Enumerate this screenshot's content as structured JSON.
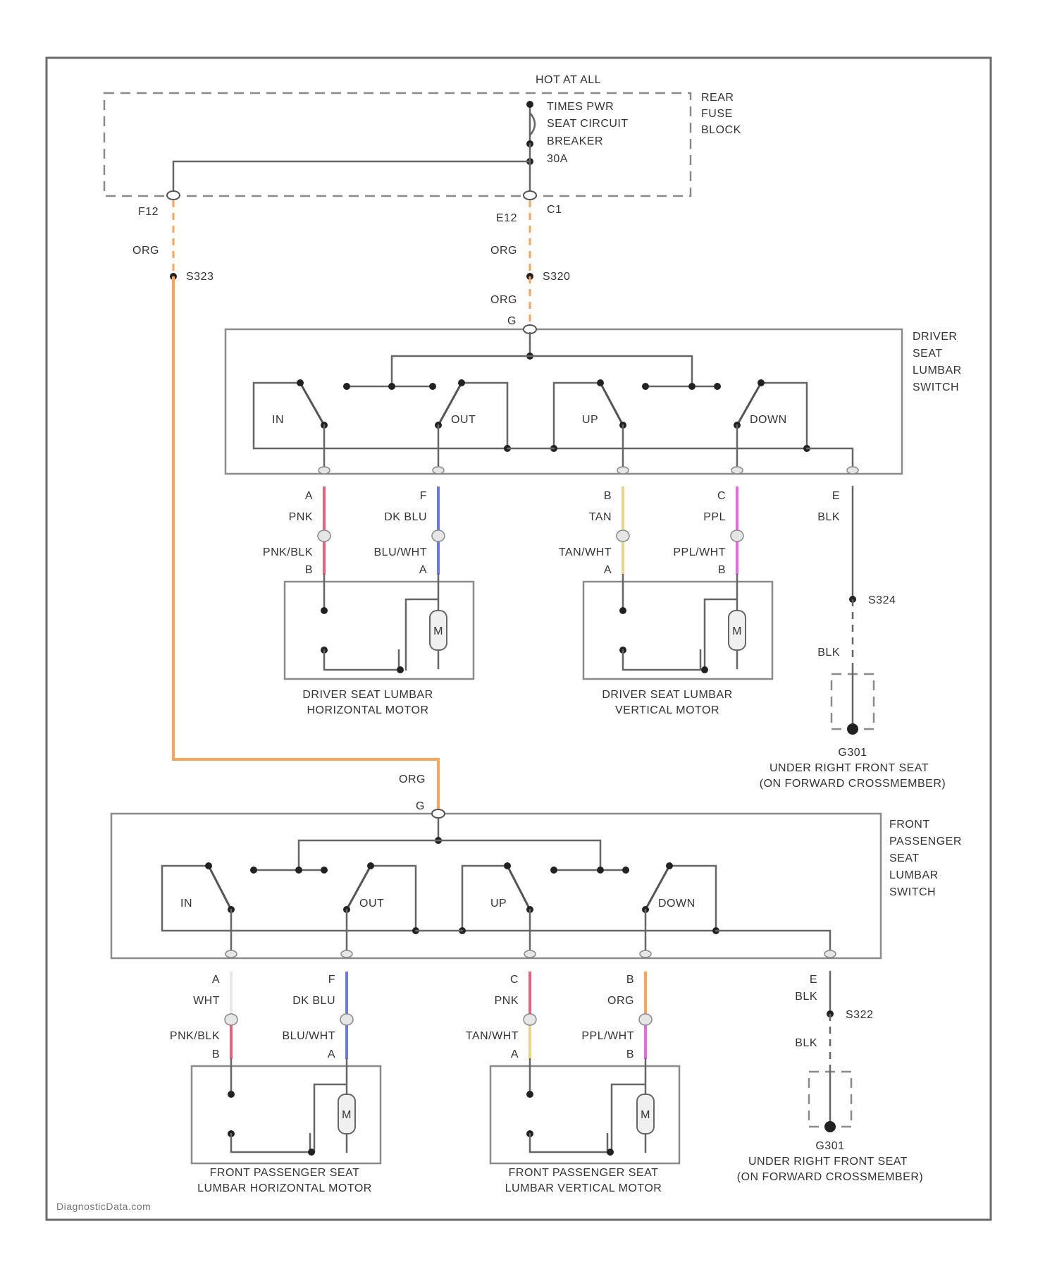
{
  "colors": {
    "org": "#f5a65b",
    "pnk": "#e8627c",
    "dk_blu": "#6b78e6",
    "tan": "#e8d48a",
    "ppl": "#e86ae0",
    "blk": "#555555",
    "wht": "#e8e8e8",
    "line": "#666666"
  },
  "power": {
    "hot_label": [
      "HOT AT ALL",
      "TIMES PWR",
      "SEAT CIRCUIT",
      "BREAKER",
      "30A"
    ],
    "fuse_block_label": [
      "REAR",
      "FUSE",
      "BLOCK"
    ],
    "left_terminal": "F12",
    "right_terminal": "E12",
    "right_terminal_2": "C1",
    "left_wire": "ORG",
    "left_splice": "S323",
    "right_wire_1": "ORG",
    "right_splice": "S320",
    "right_wire_2": "ORG"
  },
  "driver": {
    "switch_pin": "G",
    "switch_label": [
      "DRIVER",
      "SEAT",
      "LUMBAR",
      "SWITCH"
    ],
    "contacts": [
      "IN",
      "OUT",
      "UP",
      "DOWN"
    ],
    "wires": [
      {
        "pin_top": "A",
        "color_top": "PNK",
        "color_bottom": "PNK/BLK",
        "pin_bottom": "B"
      },
      {
        "pin_top": "F",
        "color_top": "DK BLU",
        "color_bottom": "BLU/WHT",
        "pin_bottom": "A"
      },
      {
        "pin_top": "B",
        "color_top": "TAN",
        "color_bottom": "TAN/WHT",
        "pin_bottom": "A"
      },
      {
        "pin_top": "C",
        "color_top": "PPL",
        "color_bottom": "PPL/WHT",
        "pin_bottom": "B"
      }
    ],
    "ground_pin": "E",
    "ground_wire_1": "BLK",
    "ground_splice": "S324",
    "ground_wire_2": "BLK",
    "ground_id": "G301",
    "ground_location": [
      "UNDER RIGHT FRONT SEAT",
      "(ON FORWARD CROSSMEMBER)"
    ],
    "motor_h": [
      "DRIVER SEAT LUMBAR",
      "HORIZONTAL MOTOR"
    ],
    "motor_v": [
      "DRIVER SEAT LUMBAR",
      "VERTICAL MOTOR"
    ],
    "motor_symbol": "M"
  },
  "passenger": {
    "feed_wire": "ORG",
    "switch_pin": "G",
    "switch_label": [
      "FRONT",
      "PASSENGER",
      "SEAT",
      "LUMBAR",
      "SWITCH"
    ],
    "contacts": [
      "IN",
      "OUT",
      "UP",
      "DOWN"
    ],
    "wires": [
      {
        "pin_top": "A",
        "color_top": "WHT",
        "color_bottom": "PNK/BLK",
        "pin_bottom": "B"
      },
      {
        "pin_top": "F",
        "color_top": "DK BLU",
        "color_bottom": "BLU/WHT",
        "pin_bottom": "A"
      },
      {
        "pin_top": "C",
        "color_top": "PNK",
        "color_bottom": "TAN/WHT",
        "pin_bottom": "A"
      },
      {
        "pin_top": "B",
        "color_top": "ORG",
        "color_bottom": "PPL/WHT",
        "pin_bottom": "B"
      }
    ],
    "ground_pin": "E",
    "ground_wire_1": "BLK",
    "ground_splice": "S322",
    "ground_wire_2": "BLK",
    "ground_id": "G301",
    "ground_location": [
      "UNDER RIGHT FRONT SEAT",
      "(ON FORWARD CROSSMEMBER)"
    ],
    "motor_h": [
      "FRONT PASSENGER SEAT",
      "LUMBAR HORIZONTAL MOTOR"
    ],
    "motor_v": [
      "FRONT PASSENGER SEAT",
      "LUMBAR VERTICAL MOTOR"
    ],
    "motor_symbol": "M"
  },
  "watermark": "DiagnosticData.com"
}
